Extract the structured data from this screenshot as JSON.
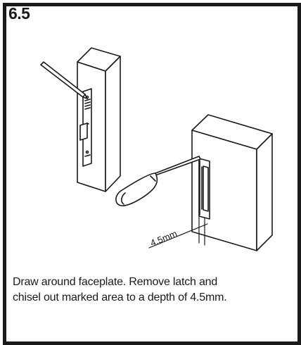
{
  "step": {
    "number": "6.5"
  },
  "caption": {
    "line1": "Draw around faceplate. Remove latch and",
    "line2": "chisel out marked area to a depth of 4.5mm."
  },
  "diagram": {
    "dimension_label": "4.5mm"
  }
}
